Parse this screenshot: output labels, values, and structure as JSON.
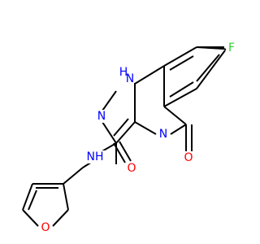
{
  "colors": {
    "background": "#ffffff",
    "bond": "#000000",
    "nitrogen": "#0000ff",
    "oxygen": "#ff0000",
    "fluorine": "#33cc33"
  },
  "atom_labels": {
    "fluorine": "F",
    "ring_nh_n": "N",
    "ring_nh_h": "H",
    "triazole_n2": "N",
    "quinazoline_n4": "N",
    "carbonyl_o_ring": "O",
    "amide_o": "O",
    "amide_nh": "NH",
    "furan_o": "O"
  }
}
